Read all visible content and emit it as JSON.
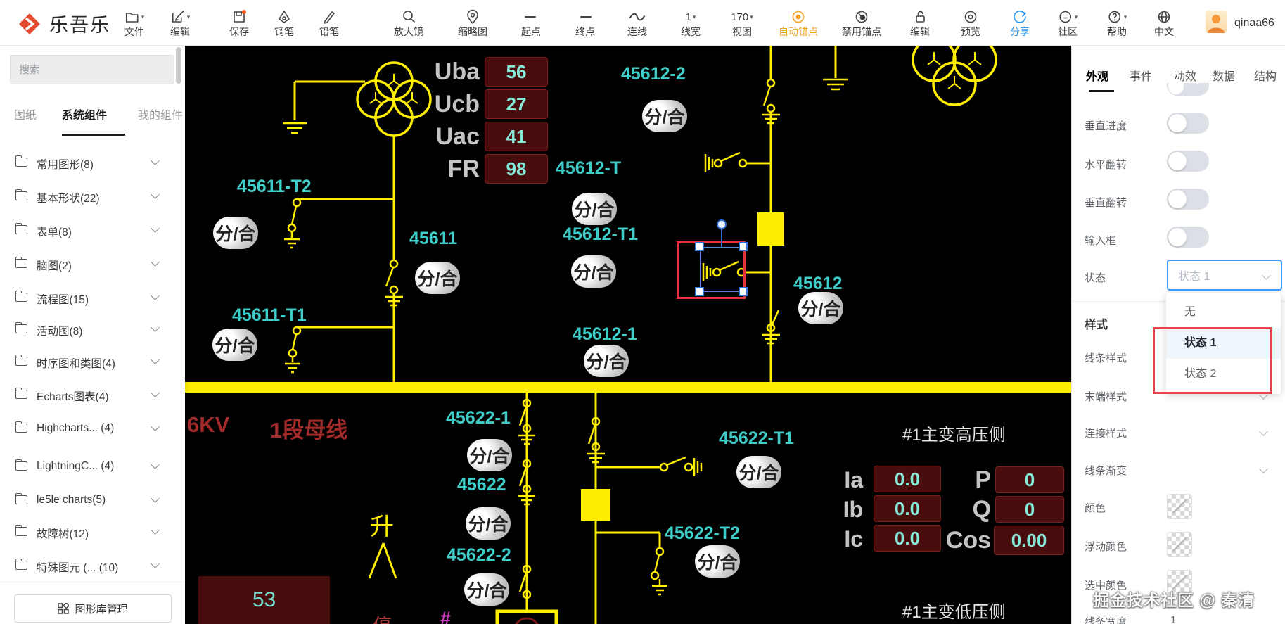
{
  "brand": {
    "name": "乐吾乐"
  },
  "toolbar": {
    "items": [
      {
        "label": "文件"
      },
      {
        "label": "编辑"
      },
      {
        "label": "保存"
      },
      {
        "label": "钢笔"
      },
      {
        "label": "铅笔"
      },
      {
        "label": "放大镜"
      },
      {
        "label": "缩略图"
      },
      {
        "label": "起点"
      },
      {
        "label": "终点"
      },
      {
        "label": "连线"
      },
      {
        "label": "线宽",
        "value": "1"
      },
      {
        "label": "视图",
        "value": "170"
      },
      {
        "label": "自动锚点"
      },
      {
        "label": "禁用锚点"
      },
      {
        "label": "编辑"
      },
      {
        "label": "预览"
      },
      {
        "label": "分享"
      },
      {
        "label": "社区"
      },
      {
        "label": "帮助"
      },
      {
        "label": "中文"
      }
    ],
    "username": "qinaa66",
    "colors": {
      "accent_orange": "#f0a125",
      "accent_blue": "#2196f3",
      "logo_red": "#e2492f",
      "save_dot": "#ff5a1e"
    }
  },
  "sidebar": {
    "search_placeholder": "搜索",
    "tabs": [
      {
        "label": "图纸"
      },
      {
        "label": "系统组件"
      },
      {
        "label": "我的组件"
      }
    ],
    "active_tab": "系统组件",
    "categories": [
      {
        "label": "常用图形(8)"
      },
      {
        "label": "基本形状(22)"
      },
      {
        "label": "表单(8)"
      },
      {
        "label": "脑图(2)"
      },
      {
        "label": "流程图(15)"
      },
      {
        "label": "活动图(8)"
      },
      {
        "label": "时序图和类图(4)"
      },
      {
        "label": "Echarts图表(4)"
      },
      {
        "label": "Highcharts... (4)"
      },
      {
        "label": "LightningC... (4)"
      },
      {
        "label": "le5le charts(5)"
      },
      {
        "label": "故障树(12)"
      },
      {
        "label": "特殊图元 (... (10)"
      }
    ],
    "manage_button": "图形库管理"
  },
  "canvas": {
    "badge_label": "分/合",
    "devices": {
      "d45611_t2": "45611-T2",
      "d45611": "45611",
      "d45611_t1": "45611-T1",
      "d45612_2": "45612-2",
      "d45612_t": "45612-T",
      "d45612_t1": "45612-T1",
      "d45612": "45612",
      "d45612_1": "45612-1",
      "d45622_1": "45622-1",
      "d45622": "45622",
      "d45622_2": "45622-2",
      "d45622_t1": "45622-T1",
      "d45622_t2": "45622-T2"
    },
    "voltages": {
      "uba": {
        "label": "Uba",
        "value": "56"
      },
      "ucb": {
        "label": "Ucb",
        "value": "27"
      },
      "uac": {
        "label": "Uac",
        "value": "41"
      },
      "fr": {
        "label": "FR",
        "value": "98"
      }
    },
    "currents": {
      "ia": {
        "label": "Ia",
        "value": "0.0"
      },
      "ib": {
        "label": "Ib",
        "value": "0.0"
      },
      "ic": {
        "label": "Ic",
        "value": "0.0"
      }
    },
    "power": {
      "p": {
        "label": "P",
        "value": "0"
      },
      "q": {
        "label": "Q",
        "value": "0"
      },
      "cos": {
        "label": "Cos",
        "value": "0.00"
      }
    },
    "texts": {
      "kv": "6KV",
      "bus_name": "1段母线",
      "hv_side": "#1主变高压侧",
      "lv_side": "#1主变低压侧",
      "up": "升",
      "stop": "停",
      "hash": "#",
      "box53": "53"
    },
    "colors": {
      "line_yellow": "#ffee00",
      "label_cyan": "#3ecdc8",
      "value_cyan": "#85ead8",
      "box_red": "#490d0d",
      "dark_red_text": "#a12a2a"
    }
  },
  "panel": {
    "tabs": [
      {
        "label": "外观"
      },
      {
        "label": "事件"
      },
      {
        "label": "动效"
      },
      {
        "label": "数据"
      },
      {
        "label": "结构"
      }
    ],
    "active_tab": "外观",
    "rows": [
      {
        "label": "垂直进度"
      },
      {
        "label": "水平翻转"
      },
      {
        "label": "垂直翻转"
      },
      {
        "label": "输入框"
      }
    ],
    "state": {
      "label": "状态",
      "value": "状态 1"
    },
    "dropdown": {
      "options": [
        {
          "label": "无"
        },
        {
          "label": "状态 1"
        },
        {
          "label": "状态 2"
        }
      ],
      "selected": "状态 1"
    },
    "style_section": "样式",
    "style_rows": [
      {
        "label": "线条样式"
      },
      {
        "label": "末端样式"
      },
      {
        "label": "连接样式"
      },
      {
        "label": "线条渐变"
      },
      {
        "label": "颜色"
      },
      {
        "label": "浮动颜色"
      },
      {
        "label": "选中颜色"
      },
      {
        "label": "线条宽度",
        "value": "1"
      }
    ],
    "watermark": "掘金技术社区 @ 秦清",
    "colors": {
      "select_border": "#409eff",
      "annotation_red": "#e8414d"
    }
  }
}
